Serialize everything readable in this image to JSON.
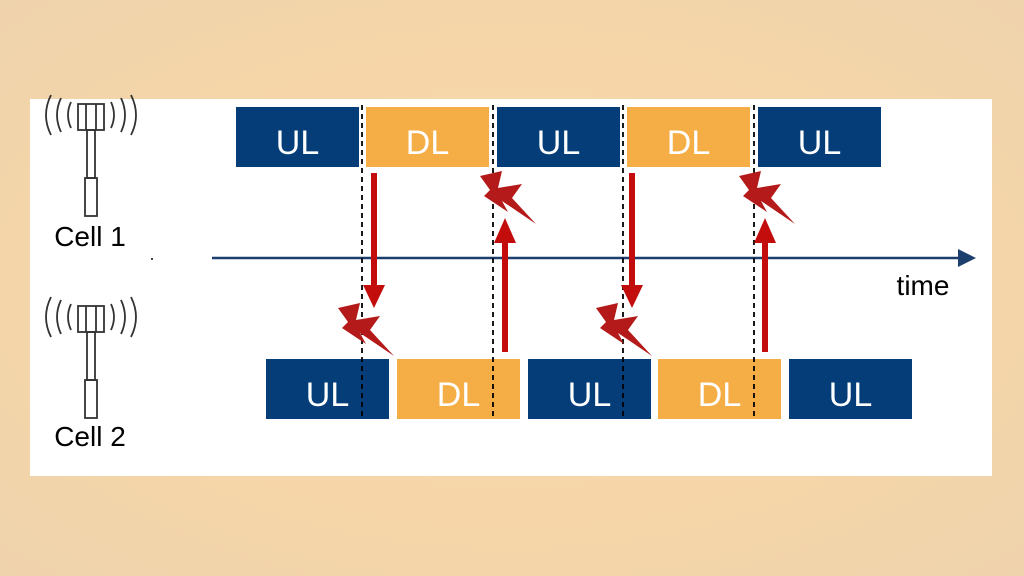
{
  "colors": {
    "ul": "#043d78",
    "dl": "#f5ae45",
    "axis": "#1c3f6e",
    "interference": "#c30d0d",
    "panel": "#ffffff",
    "text": "#000000",
    "tower": "#333333"
  },
  "cells": [
    {
      "label": "Cell 1"
    },
    {
      "label": "Cell 2"
    }
  ],
  "cell1_slots": [
    "UL",
    "DL",
    "UL",
    "DL",
    "UL"
  ],
  "cell2_slots": [
    "UL",
    "DL",
    "UL",
    "DL",
    "UL"
  ],
  "axis_label": "time",
  "icons": [
    "cell-tower-icon",
    "lightning-bolt-icon"
  ]
}
